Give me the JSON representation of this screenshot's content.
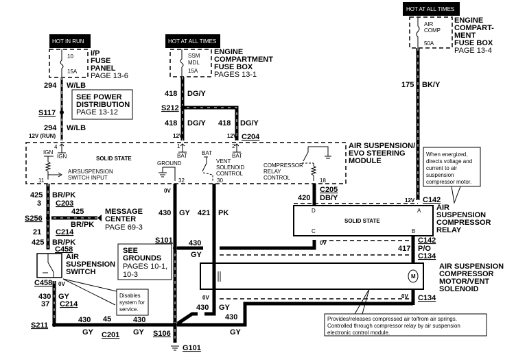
{
  "power_tags": {
    "hot_in_run": "HOT IN RUN",
    "hot_at_all_times_1": "HOT AT ALL TIMES",
    "hot_at_all_times_2": "HOT AT ALL TIMES"
  },
  "fuses": {
    "ip_fuse": {
      "number": "10",
      "rating": "15A",
      "title_lines": [
        "I/P",
        "FUSE",
        "PANEL"
      ],
      "page": "PAGE 13-6"
    },
    "ssm_fuse": {
      "name_lines": [
        "SSM",
        "MDL"
      ],
      "rating": "15A",
      "title_lines": [
        "ENGINE",
        "COMPARTMENT",
        "FUSE  BOX"
      ],
      "page": "PAGES 13-1"
    },
    "air_comp_fuse": {
      "name_lines": [
        "AIR",
        "COMP"
      ],
      "rating": "50A",
      "title_lines": [
        "ENGINE",
        "COMPART-",
        "MENT",
        "FUSE  BOX"
      ],
      "page": "PAGE 13-4"
    }
  },
  "see_power": {
    "lines": [
      "SEE  POWER",
      "DISTRIBUTION"
    ],
    "page": "PAGE 13-12"
  },
  "see_grounds": {
    "lines": [
      "SEE",
      "GROUNDS"
    ],
    "page_lines": [
      "PAGES 10-1,",
      "10-3"
    ]
  },
  "wires": {
    "w294_top": {
      "circuit": "294",
      "color": "W/LB"
    },
    "w294_bot": {
      "circuit": "294",
      "color": "W/LB"
    },
    "w418_top": {
      "circuit": "418",
      "color": "DG/Y"
    },
    "w418_left": {
      "circuit": "418",
      "color": "DG/Y"
    },
    "w418_right": {
      "circuit": "418",
      "color": "DG/Y"
    },
    "w175": {
      "circuit": "175",
      "color": "BK/Y"
    },
    "w425_a": {
      "circuit": "425",
      "color": "BR/PK"
    },
    "w425_msg": {
      "circuit": "425",
      "color": "BR/PK"
    },
    "w425_b": {
      "circuit": "425",
      "color": "BR/PK"
    },
    "w430_mod": {
      "circuit": "430",
      "color": "GY"
    },
    "w421": {
      "circuit": "421",
      "color": "PK"
    },
    "w420": {
      "circuit": "420",
      "color": "DB/Y"
    },
    "w430_s101": {
      "circuit": "430",
      "color": "GY"
    },
    "w417": {
      "circuit": "417",
      "color": "P/O"
    },
    "w430_switch": {
      "circuit": "430",
      "color": "GY"
    },
    "w430_s211": {
      "circuit": "430",
      "color": "GY"
    },
    "w430_s106": {
      "circuit": "430",
      "color": "GY"
    },
    "w430_motor": {
      "circuit": "430",
      "color": "GY"
    },
    "w430_bottom": {
      "circuit": "430",
      "color": "GY"
    }
  },
  "splices": {
    "s117": "S117",
    "s212": "S212",
    "s256": "S256",
    "s101": "S101",
    "s211": "S211",
    "s106": "S106",
    "g101": "G101"
  },
  "connectors": {
    "c204": "C204",
    "c203": "C203",
    "c203_pin": "3",
    "c214_a": "C214",
    "c214_a_pin": "21",
    "c458_top": "C458",
    "c458_bot": "C458",
    "c214_b": "C214",
    "c214_b_pin": "37",
    "c201": "C201",
    "c201_pin": "45",
    "c205": "C205",
    "c142_top": "C142",
    "c142_bot": "C142",
    "c134_top": "C134",
    "c134_bot": "C134"
  },
  "voltages": {
    "v12_run": "12V (RUN)",
    "v12_a": "12V",
    "v12_b": "12V",
    "v12_c142": "12V",
    "v0_430": "0V",
    "v0_relay": "0V",
    "v0_switch": "0V",
    "v0_motor": "0V"
  },
  "module": {
    "title_lines": [
      "AIR SUSPENSION/",
      "EVO  STEERING",
      "MODULE"
    ],
    "body": "SOLID  STATE",
    "pins": {
      "p4": "4",
      "p1": "1",
      "p2": "2",
      "p11": "11",
      "p32": "32",
      "p30": "30",
      "p18": "18"
    },
    "labels": {
      "ign_left": "IGN",
      "ign_right": "IGN",
      "bat1": "BAT",
      "bat2": "BAT",
      "bat3": "BAT",
      "ground": "GROUND",
      "switch_input": [
        "AIRSUSPENSION",
        "SWITCH INPUT"
      ],
      "vent": [
        "VENT",
        "SOLENOID",
        "CONTROL"
      ],
      "comp_relay": [
        "COMPRESSOR",
        "RELAY",
        "CONTROL"
      ]
    }
  },
  "message_center": {
    "lines": [
      "MESSAGE",
      "CENTER"
    ],
    "page": "PAGE 69-3"
  },
  "relay": {
    "body": "SOLID  STATE",
    "pins": {
      "a": "A",
      "b": "B",
      "c": "C",
      "d": "D"
    },
    "title_lines": [
      "AIR",
      "SUSPENSION",
      "COMPRESSOR",
      "RELAY"
    ]
  },
  "motor": {
    "symbol": "M",
    "title_lines": [
      "AIR  SUSPENSION",
      "COMPRESSOR",
      "MOTOR/VENT",
      "SOLENOID"
    ]
  },
  "switch": {
    "title_lines": [
      "AIR",
      "SUSPENSION",
      "SWITCH"
    ]
  },
  "notes": {
    "relay_note": [
      "When energized,",
      "directs voltage and",
      "current to air",
      "suspension",
      "compressor motor."
    ],
    "switch_note": [
      "Disables",
      "system for",
      "service."
    ],
    "motor_note": [
      "Provides/releases compressed air to/from air springs.",
      "Controlled through compressor relay by air suspension",
      "electronic control module."
    ]
  }
}
